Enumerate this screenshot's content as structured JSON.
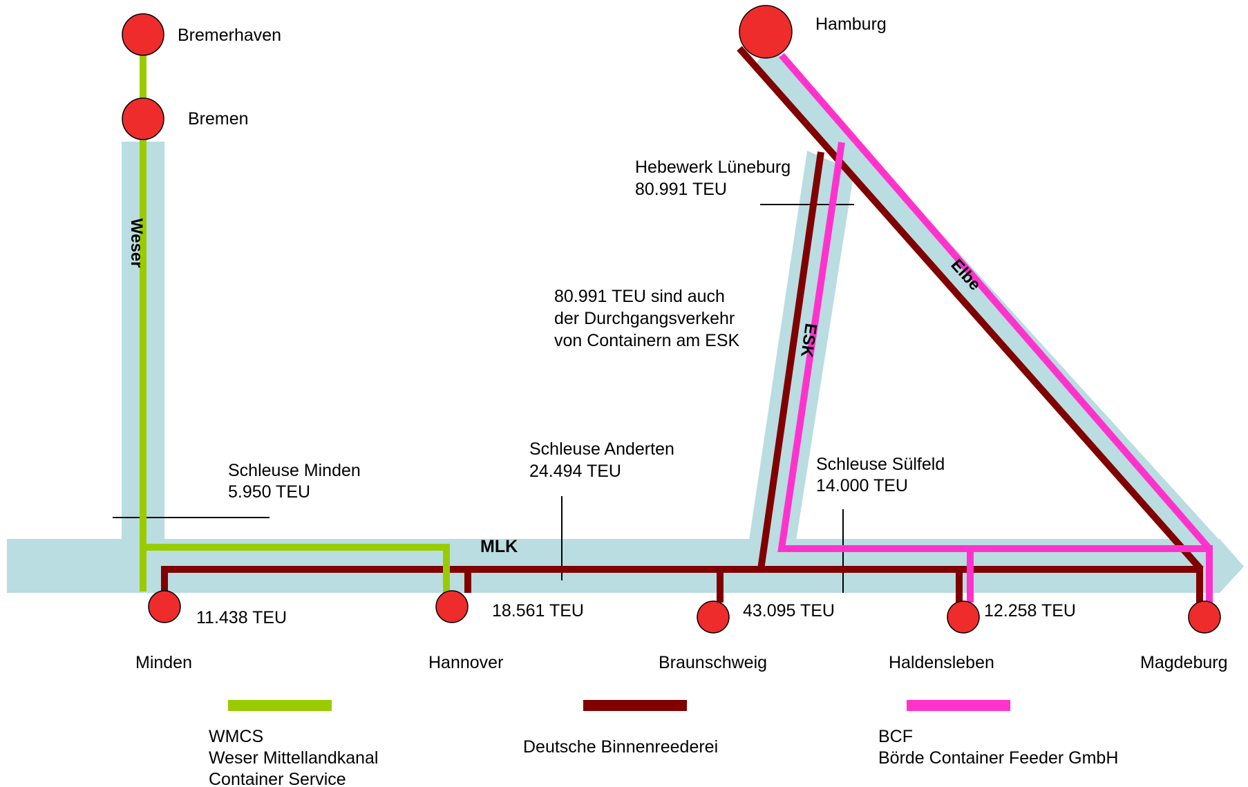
{
  "colors": {
    "waterway": "#b9dde1",
    "wmcs": "#99cc00",
    "dbr": "#800000",
    "bcf": "#ff33cc",
    "port": "#ee2c2c"
  },
  "waterways": {
    "weser": "Weser",
    "mlk": "MLK",
    "esk": "ESK",
    "elbe": "Elbe"
  },
  "ports": [
    {
      "id": "bremerhaven",
      "name": "Bremerhaven"
    },
    {
      "id": "bremen",
      "name": "Bremen"
    },
    {
      "id": "hamburg",
      "name": "Hamburg"
    },
    {
      "id": "minden",
      "name": "Minden"
    },
    {
      "id": "hannover",
      "name": "Hannover"
    },
    {
      "id": "braunschweig",
      "name": "Braunschweig"
    },
    {
      "id": "haldensleben",
      "name": "Haldensleben"
    },
    {
      "id": "magdeburg",
      "name": "Magdeburg"
    }
  ],
  "locks": {
    "minden": {
      "name": "Schleuse Minden",
      "teu": "5.950 TEU"
    },
    "anderten": {
      "name": "Schleuse Anderten",
      "teu": "24.494 TEU"
    },
    "luneburg": {
      "name": "Hebewerk Lüneburg",
      "teu": "80.991 TEU"
    },
    "sulfeld": {
      "name": "Schleuse Sülfeld",
      "teu": "14.000 TEU"
    }
  },
  "volumes": {
    "minden": "11.438 TEU",
    "hannover": "18.561 TEU",
    "braunschweig": "43.095 TEU",
    "haldensleben": "12.258 TEU"
  },
  "note": {
    "line1": "80.991 TEU sind auch",
    "line2": "der Durchgangsverkehr",
    "line3": "von Containern am ESK"
  },
  "legend": [
    {
      "id": "wmcs",
      "color": "#99cc00",
      "lines": [
        "WMCS",
        "Weser Mittellandkanal",
        "Container Service"
      ]
    },
    {
      "id": "dbr",
      "color": "#800000",
      "lines": [
        "Deutsche Binnenreederei"
      ]
    },
    {
      "id": "bcf",
      "color": "#ff33cc",
      "lines": [
        "BCF",
        "Börde Container Feeder GmbH"
      ]
    }
  ]
}
